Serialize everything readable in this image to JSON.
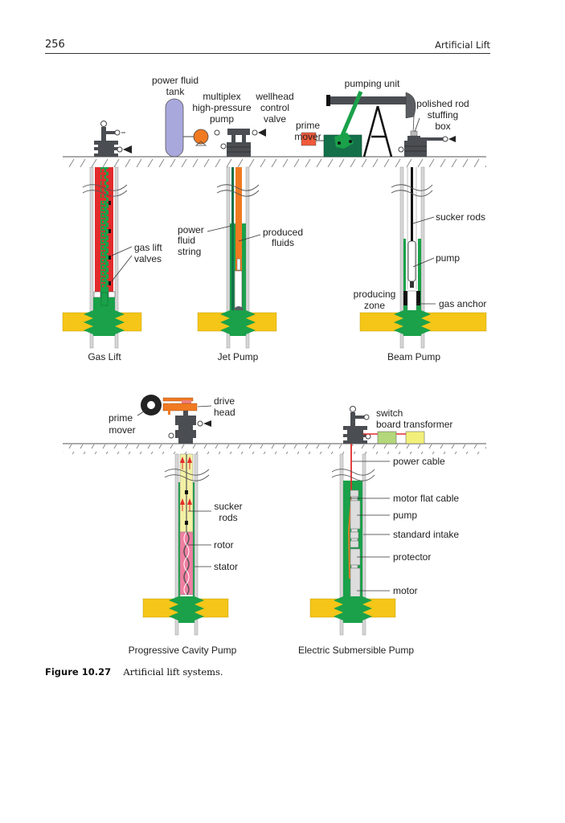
{
  "header": {
    "page_number": "256",
    "running_title": "Artificial Lift"
  },
  "colors": {
    "production_fluid_green": "#1aa14a",
    "gas_red": "#e32b2b",
    "power_fluid_orange": "#f07a22",
    "formation_yellow": "#f5c518",
    "wellhead_gray": "#4a4d52",
    "tank_lavender": "#a9a8dd",
    "pcp_stator_pink": "#ef7fa0",
    "pcp_tubing_yellow": "#f4f1a6",
    "pumping_unit_green": "#137049",
    "switchboard_green": "#b3d77a",
    "transformer_yellow": "#f2f07a",
    "prime_mover_red": "#ef5a3a"
  },
  "surface_labels": {
    "power_fluid_tank": [
      "power fluid",
      "tank"
    ],
    "multiplex_pump": [
      "multiplex",
      "high-pressure",
      "pump"
    ],
    "wellhead_control_valve": [
      "wellhead",
      "control",
      "valve"
    ],
    "prime_mover_beam": [
      "prime",
      "mover"
    ],
    "pumping_unit": [
      "pumping unit"
    ],
    "polished_rod": [
      "polished rod",
      "stuffing",
      "box"
    ],
    "pcp_prime_mover": [
      "prime",
      "mover"
    ],
    "drive_head": [
      "drive",
      "head"
    ],
    "switch_board": [
      "switch"
    ],
    "board_transformer": [
      "board transformer"
    ]
  },
  "systems": [
    {
      "name": "Gas Lift",
      "labels": [
        [
          "gas lift",
          "valves"
        ]
      ]
    },
    {
      "name": "Jet Pump",
      "labels": [
        [
          "power",
          "fluid",
          "string"
        ],
        [
          "produced",
          "fluids"
        ]
      ]
    },
    {
      "name": "Beam Pump",
      "labels": [
        [
          "sucker rods"
        ],
        [
          "pump"
        ],
        [
          "producing",
          "zone"
        ],
        [
          "gas anchor"
        ]
      ]
    },
    {
      "name": "Progressive Cavity Pump",
      "labels": [
        [
          "sucker",
          "rods"
        ],
        [
          "rotor"
        ],
        [
          "stator"
        ]
      ]
    },
    {
      "name": "Electric Submersible Pump",
      "labels": [
        [
          "power cable"
        ],
        [
          "motor flat cable"
        ],
        [
          "pump"
        ],
        [
          "standard intake"
        ],
        [
          "protector"
        ],
        [
          "motor"
        ]
      ]
    }
  ],
  "caption": {
    "figure_number": "Figure 10.27",
    "text": "Artificial lift systems."
  }
}
